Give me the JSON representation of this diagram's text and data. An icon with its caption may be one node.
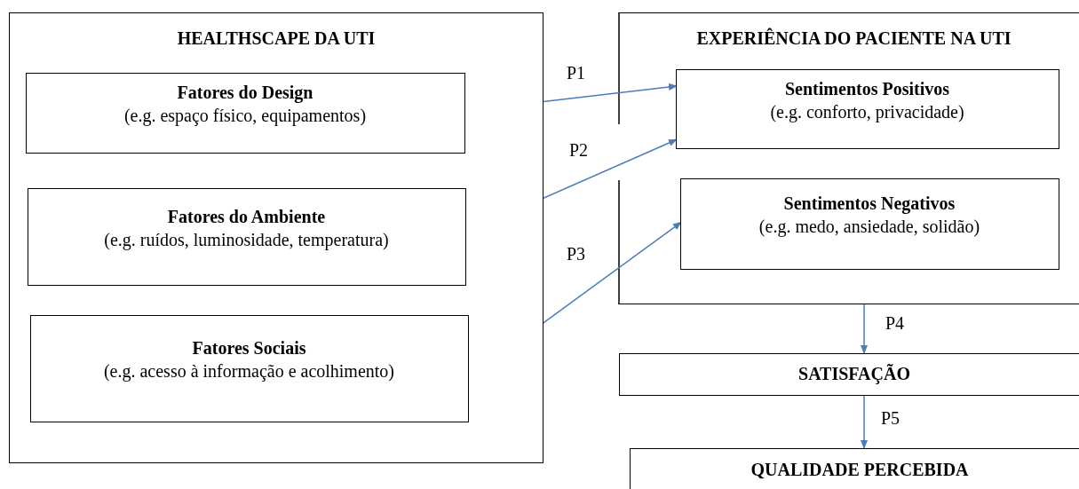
{
  "diagram": {
    "nodes": [
      {
        "text": [
          "HEALTHSCAPE DA UTI"
        ]
      },
      {
        "text": [
          "Fatores do Design",
          "(e.g. espaço físico, equipamentos)"
        ],
        "in": 0
      },
      {
        "text": [
          "Fatores do Ambiente",
          "(e.g. ruídos, luminosidade, temperatura)"
        ],
        "in": 0
      },
      {
        "text": [
          "Fatores Sociais",
          "(e.g. acesso à informação e acolhimento)"
        ],
        "in": 0
      },
      {
        "text": [
          "EXPERIÊNCIA DO PACIENTE NA UTI"
        ]
      },
      {
        "text": [
          "Sentimentos Positivos",
          "(e.g. conforto, privacidade)"
        ],
        "in": 4
      },
      {
        "text": [
          "Sentimentos Negativos",
          "(e.g. medo, ansiedade, solidão)"
        ],
        "in": 4
      },
      {
        "text": [
          "SATISFAÇÃO"
        ]
      },
      {
        "text": [
          "QUALIDADE PERCEBIDA"
        ]
      }
    ],
    "edges": [
      {
        "from": 1,
        "to": 5,
        "arrow": "to"
      },
      {
        "from": 2,
        "to": 5,
        "arrow": "to"
      },
      {
        "from": 3,
        "to": 6,
        "arrow": "to"
      },
      {
        "from": 4,
        "to": 7,
        "arrow": "to"
      },
      {
        "from": 7,
        "to": 8,
        "arrow": "to"
      }
    ],
    "labels": [
      "P1",
      "P2",
      "P3",
      "P4",
      "P5"
    ]
  }
}
